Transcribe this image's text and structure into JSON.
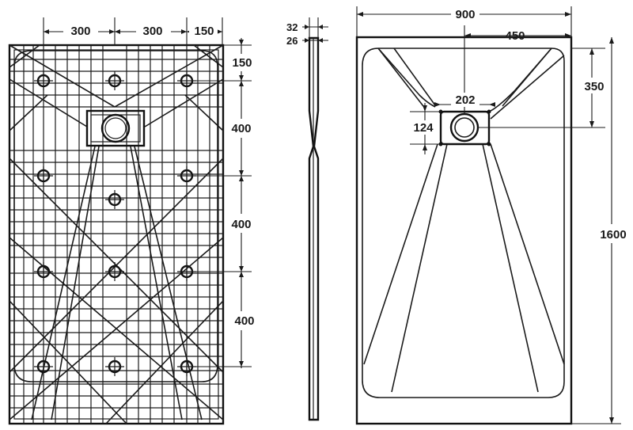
{
  "dimensions": {
    "bottom_spacing_1": "300",
    "bottom_spacing_2": "300",
    "bottom_spacing_3": "150",
    "bottom_right_150": "150",
    "bottom_vertical_1": "400",
    "bottom_vertical_2": "400",
    "bottom_vertical_3": "400",
    "side_thickness_1": "32",
    "side_thickness_2": "26",
    "top_width": "900",
    "top_drain_offset_x": "450",
    "top_drain_offset_y": "350",
    "top_drain_width": "202",
    "top_drain_height": "124",
    "top_length": "1600"
  }
}
